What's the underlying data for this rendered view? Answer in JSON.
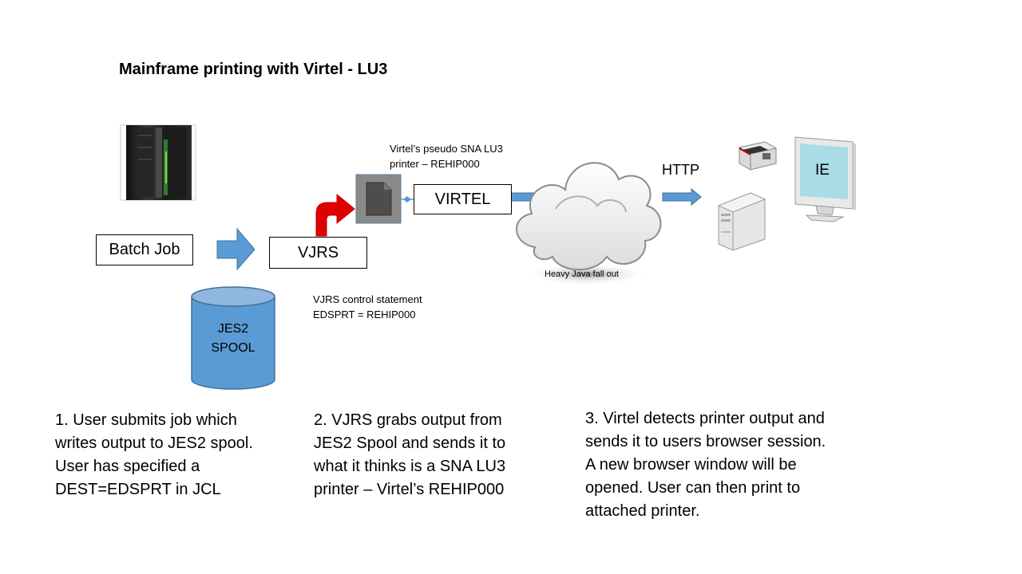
{
  "title": "Mainframe printing with Virtel - LU3",
  "nodes": {
    "batch_job": "Batch Job",
    "vjrs": "VJRS",
    "virtel": "VIRTEL",
    "jes2_spool": [
      "JES2",
      "SPOOL"
    ],
    "ie": "IE"
  },
  "annotations": {
    "virtel_printer": [
      "Virtel’s pseudo SNA LU3",
      "printer – REHIP000"
    ],
    "vjrs_control": [
      "VJRS control statement",
      "EDSPRT = REHIP000"
    ],
    "http": "HTTP",
    "cloud": "Heavy Java fall out"
  },
  "steps": [
    [
      "1. User submits job which",
      "writes output to JES2 spool.",
      "User has specified a",
      "DEST=EDSPRT in JCL"
    ],
    [
      "2. VJRS grabs output from",
      "JES2 Spool and sends it to",
      "what it thinks is a SNA LU3",
      "printer – Virtel’s REHIP000"
    ],
    [
      "3. Virtel detects printer output and",
      "sends it to users browser session.",
      "A new browser window will be",
      "opened. User can then print to",
      "attached printer."
    ]
  ],
  "colors": {
    "arrow_blue": "#5b9bd5",
    "red_arrow": "#e00000",
    "cylinder_blue": "#5b9bd5",
    "monitor_screen": "#a9dde5"
  },
  "icons": [
    "mainframe-server-icon",
    "document-icon",
    "printer-icon",
    "desktop-tower-icon",
    "monitor-icon",
    "cloud-icon"
  ]
}
